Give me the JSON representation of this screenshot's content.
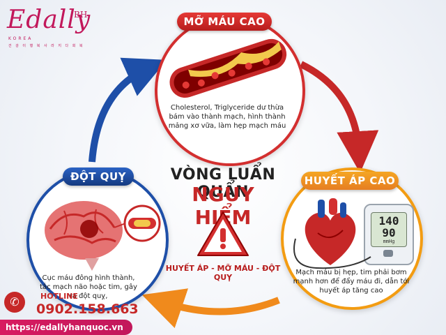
{
  "brand": {
    "logo_text": "Edally",
    "logo_superscript": "BH",
    "logo_sub": "KOREA",
    "logo_tagline": "건 강 이 행 복 사 라 지 다 회 복",
    "color": "#c2185b"
  },
  "center": {
    "title": "VÒNG LUẨN QUẨN",
    "danger": "NGUY HIỂM",
    "subtitle": "HUYẾT ÁP - MỠ MÁU - ĐỘT QUỴ"
  },
  "nodes": {
    "top": {
      "label": "MỠ MÁU CAO",
      "description": "Cholesterol, Triglyceride dư thừa bám vào thành mạch, hình thành mảng xơ vữa, làm hẹp mạch máu",
      "color": "#d32f2f",
      "icon": "artery-plaque-icon"
    },
    "right": {
      "label": "HUYẾT ÁP CAO",
      "description": "Mạch máu bị hẹp, tim phải bơm mạnh hơn để đẩy máu đi, dẫn tới huyết áp tăng cao",
      "color": "#f39c12",
      "icon": "heart-and-bp-monitor-icon",
      "monitor": {
        "systolic": "140",
        "diastolic": "90",
        "unit": "mmHg"
      }
    },
    "left": {
      "label": "ĐỘT QUỴ",
      "description": "Cục máu đông hình thành, tắc mạch não hoặc tim, gây ra đột quỵ,",
      "color": "#1e4fa8",
      "icon": "brain-clot-icon"
    }
  },
  "hotline": {
    "label": "HOTLINE",
    "phone": "0902.158.663",
    "icon": "phone-icon"
  },
  "website": "https://edallyhanquoc.vn",
  "colors": {
    "red": "#d32f2f",
    "orange": "#f39c12",
    "blue": "#1e4fa8"
  }
}
